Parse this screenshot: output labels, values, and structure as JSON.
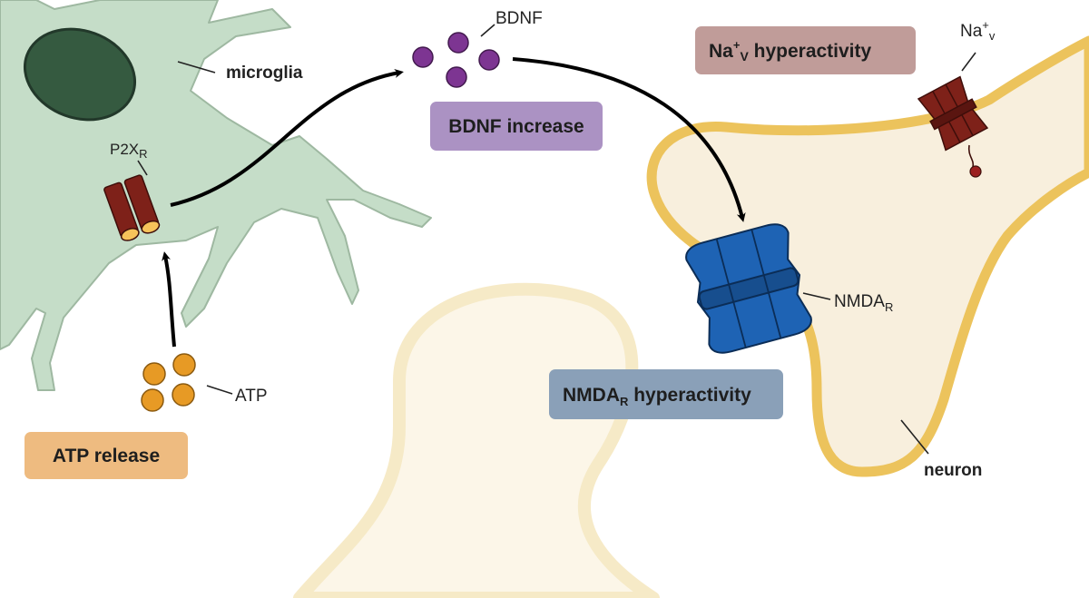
{
  "labels": {
    "microglia": "microglia",
    "p2x_main": "P2X",
    "p2x_sub": "R",
    "atp": "ATP",
    "bdnf": "BDNF",
    "nav_main": "Na",
    "nav_sup": "+",
    "nav_sub": "v",
    "nmda_main": "NMDA",
    "nmda_sub": "R",
    "neuron": "neuron"
  },
  "boxes": {
    "bdnf_increase": {
      "text": "BDNF increase",
      "color": "#ab92c3"
    },
    "atp_release": {
      "text": "ATP release",
      "color": "#eebb80"
    },
    "nav_hyper": {
      "main": "Na",
      "sup": "+",
      "sub": "V",
      "rest": " hyperactivity",
      "color": "#c09c99"
    },
    "nmda_hyper": {
      "main": "NMDA",
      "sub": "R",
      "rest": " hyperactivity",
      "color": "#8aa0b8"
    }
  },
  "colors": {
    "microglia_fill": "#c5ddc8",
    "nucleus": "#355a40",
    "neuron_membrane": "#ecc35c",
    "neuron_fill": "#f8efdd",
    "faded_neuron": "#fcf6e6",
    "receptor_red": "#7e2119",
    "receptor_blue": "#1e63b4",
    "bdnf_purple": "#7d3592",
    "atp_orange": "#e79a25",
    "arrow": "#000000"
  }
}
